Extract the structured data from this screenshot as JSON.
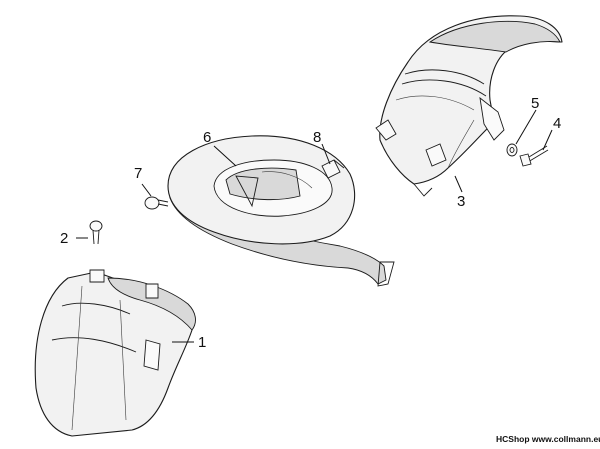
{
  "callouts": [
    "1",
    "2",
    "3",
    "4",
    "5",
    "6",
    "7",
    "8"
  ],
  "watermark": "HCShop www.collmann.eu",
  "colors": {
    "line": "#1c1c1c",
    "fill": "#f2f2f2",
    "shade": "#d9d9d9",
    "background": "#ffffff"
  }
}
